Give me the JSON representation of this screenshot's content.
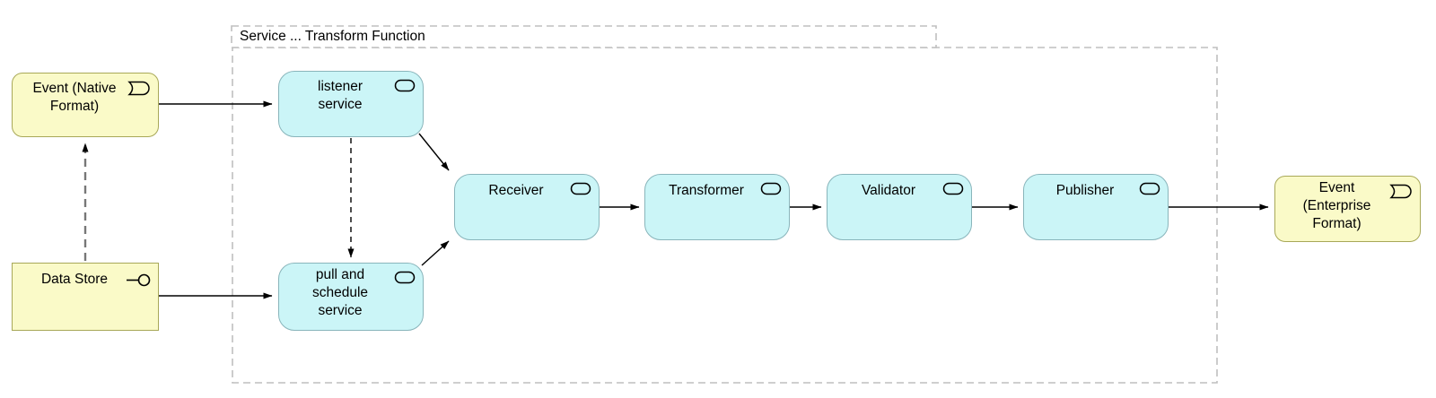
{
  "diagram": {
    "container": {
      "title": "Service ... Transform Function"
    },
    "nodes": {
      "event_native": {
        "id": "event-native",
        "type": "event",
        "label": "Event (Native\nFormat)",
        "icon": "event-icon"
      },
      "data_store": {
        "id": "data-store",
        "type": "interface",
        "label": "Data Store",
        "icon": "interface-lollipop-icon"
      },
      "listener": {
        "id": "listener-service",
        "type": "service",
        "label": "listener\nservice",
        "icon": "service-icon"
      },
      "pull_schedule": {
        "id": "pull-schedule-service",
        "type": "service",
        "label": "pull and\nschedule\nservice",
        "icon": "service-icon"
      },
      "receiver": {
        "id": "receiver",
        "type": "service",
        "label": "Receiver",
        "icon": "service-icon"
      },
      "transformer": {
        "id": "transformer",
        "type": "service",
        "label": "Transformer",
        "icon": "service-icon"
      },
      "validator": {
        "id": "validator",
        "type": "service",
        "label": "Validator",
        "icon": "service-icon"
      },
      "publisher": {
        "id": "publisher",
        "type": "service",
        "label": "Publisher",
        "icon": "service-icon"
      },
      "event_enterprise": {
        "id": "event-enterprise",
        "type": "event",
        "label": "Event\n(Enterprise\nFormat)",
        "icon": "event-icon"
      }
    },
    "edges": [
      {
        "from": "event-native",
        "to": "listener-service",
        "style": "solid-arrow"
      },
      {
        "from": "data-store",
        "to": "pull-schedule-service",
        "style": "solid-arrow"
      },
      {
        "from": "data-store",
        "to": "event-native",
        "style": "dashed-arrow-gray"
      },
      {
        "from": "listener-service",
        "to": "pull-schedule-service",
        "style": "dashed-arrow-black"
      },
      {
        "from": "listener-service",
        "to": "receiver",
        "style": "solid-arrow"
      },
      {
        "from": "pull-schedule-service",
        "to": "receiver",
        "style": "solid-arrow"
      },
      {
        "from": "receiver",
        "to": "transformer",
        "style": "solid-arrow"
      },
      {
        "from": "transformer",
        "to": "validator",
        "style": "solid-arrow"
      },
      {
        "from": "validator",
        "to": "publisher",
        "style": "solid-arrow"
      },
      {
        "from": "publisher",
        "to": "event-enterprise",
        "style": "solid-arrow"
      }
    ],
    "colors": {
      "yellow_fill": "#FAFAC8",
      "yellow_border": "#A8A858",
      "cyan_fill": "#CBF5F7",
      "cyan_border": "#89B5BB",
      "frame_gray": "#BFBFBF",
      "gray_dash": "#777777",
      "arrow": "#000000"
    }
  }
}
